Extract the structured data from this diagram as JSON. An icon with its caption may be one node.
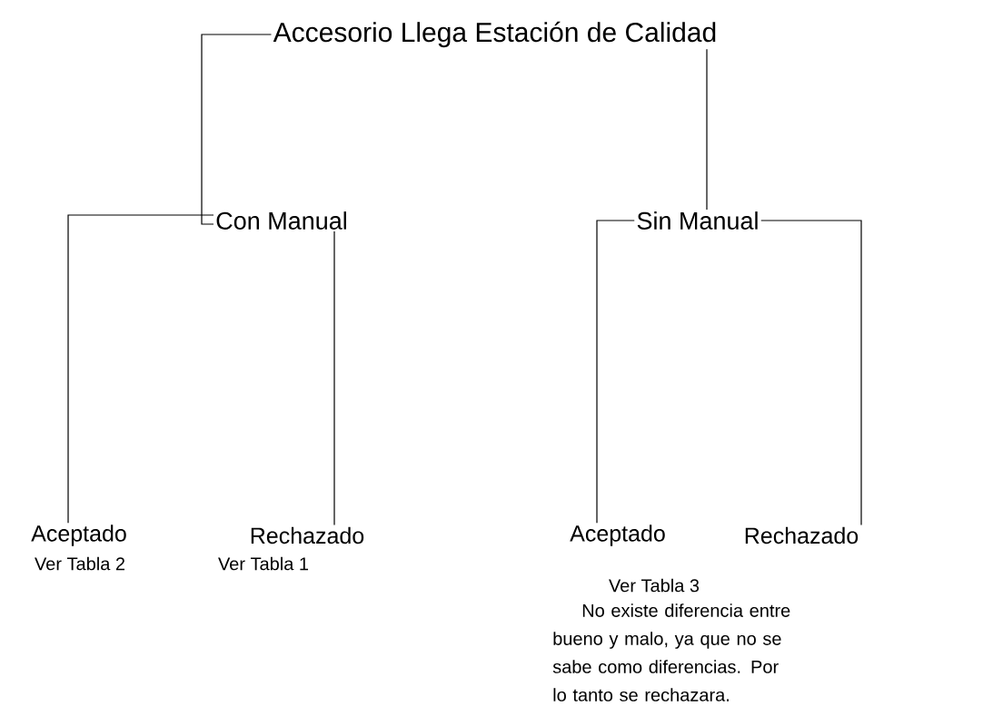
{
  "diagram": {
    "nodes": [
      {
        "text": [
          "Accesorio Llega Estación de Calidad"
        ]
      },
      {
        "text": [
          "Con Manual"
        ]
      },
      {
        "text": [
          "Sin Manual"
        ]
      },
      {
        "text": [
          "Aceptado"
        ],
        "beside": [
          "Ver Tabla 2"
        ]
      },
      {
        "text": [
          "Rechazado"
        ],
        "beside": [
          "Ver Tabla 1"
        ]
      },
      {
        "text": [
          "Aceptado"
        ],
        "beside": [
          "Ver Tabla 3",
          "No existe diferencia entre bueno y malo, ya que no se sabe como diferencias. Por lo tanto se rechazara."
        ]
      },
      {
        "text": [
          "Rechazado"
        ]
      }
    ],
    "edges": [
      {
        "from": 0,
        "to": 1,
        "arrow": "none"
      },
      {
        "from": 0,
        "to": 2,
        "arrow": "none"
      },
      {
        "from": 1,
        "to": 3,
        "arrow": "none"
      },
      {
        "from": 1,
        "to": 4,
        "arrow": "none"
      },
      {
        "from": 2,
        "to": 5,
        "arrow": "none"
      },
      {
        "from": 2,
        "to": 6,
        "arrow": "none"
      }
    ]
  }
}
